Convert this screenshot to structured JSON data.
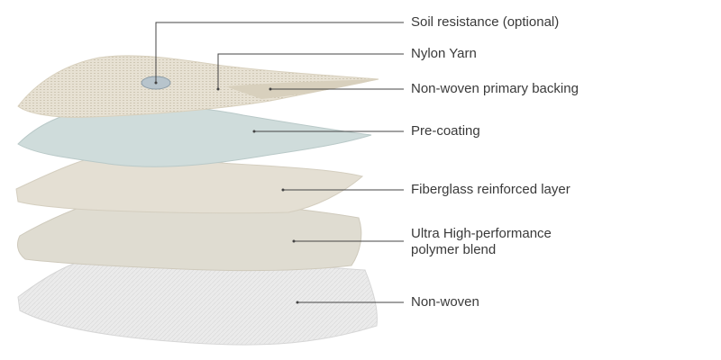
{
  "labels": {
    "soil": "Soil resistance (optional)",
    "nylon": "Nylon Yarn",
    "primary_backing": "Non-woven primary backing",
    "precoating": "Pre-coating",
    "fiberglass": "Fiberglass reinforced layer",
    "ultra_line1": "Ultra High-performance",
    "ultra_line2": "polymer blend",
    "nonwoven": "Non-woven"
  },
  "colors": {
    "nylon": "#e7e1d3",
    "precoating": "#cfdcdb",
    "fiberglass": "#e4dfd3",
    "ultra": "#dfdcd1",
    "nonwoven": "#e9e9e9",
    "leader": "#444444"
  }
}
